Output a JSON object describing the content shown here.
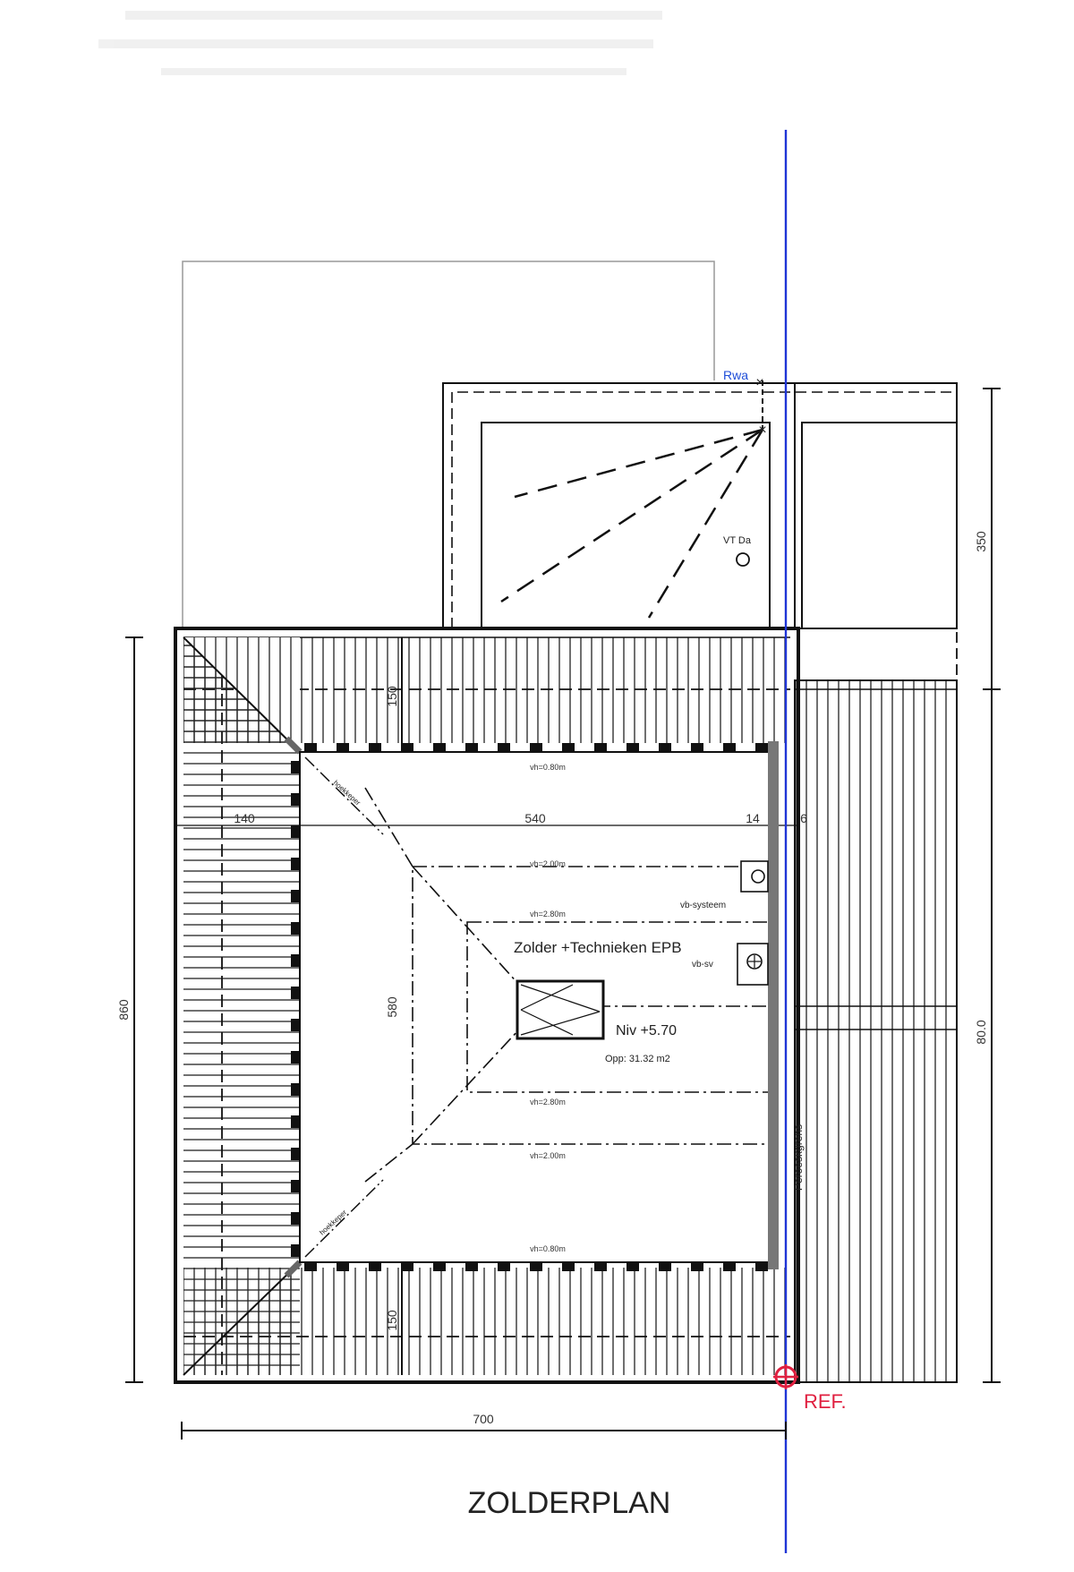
{
  "plan": {
    "title": "ZOLDERPLAN",
    "room": {
      "name": "Zolder +Technieken EPB",
      "level": "Niv +5.70",
      "area": "Opp: 31.32 m2"
    },
    "labels": {
      "rwa": "Rwa",
      "vt": "VT Da",
      "ventilation_system": "vb-systeem",
      "sv": "vb-sv",
      "ref": "REF.",
      "peroesk": "Peroeskgrens",
      "hip_left_top": "hoekkeper",
      "hip_left_bottom": "hoekkeper"
    },
    "heights": {
      "top": "vh=0.80m",
      "inner_top_1": "vh=2.00m",
      "inner_top_2": "vh=2.80m",
      "inner_bottom_1": "vh=2.80m",
      "inner_bottom_2": "vh=2.00m",
      "bottom": "vh=0.80m"
    },
    "dimensions": {
      "left_depth": "140",
      "room_width": "540",
      "right_1": "14",
      "right_2": "6",
      "room_height": "580",
      "total_height": "860",
      "total_width": "700",
      "top_depth": "350",
      "right_height": "80.0",
      "roof_top": "150",
      "roof_bottom": "150"
    },
    "colors": {
      "reference_line": "#1f35d6",
      "ref_marker": "#e02040",
      "rwa_label": "#1f4ed8",
      "line": "#111111"
    }
  }
}
